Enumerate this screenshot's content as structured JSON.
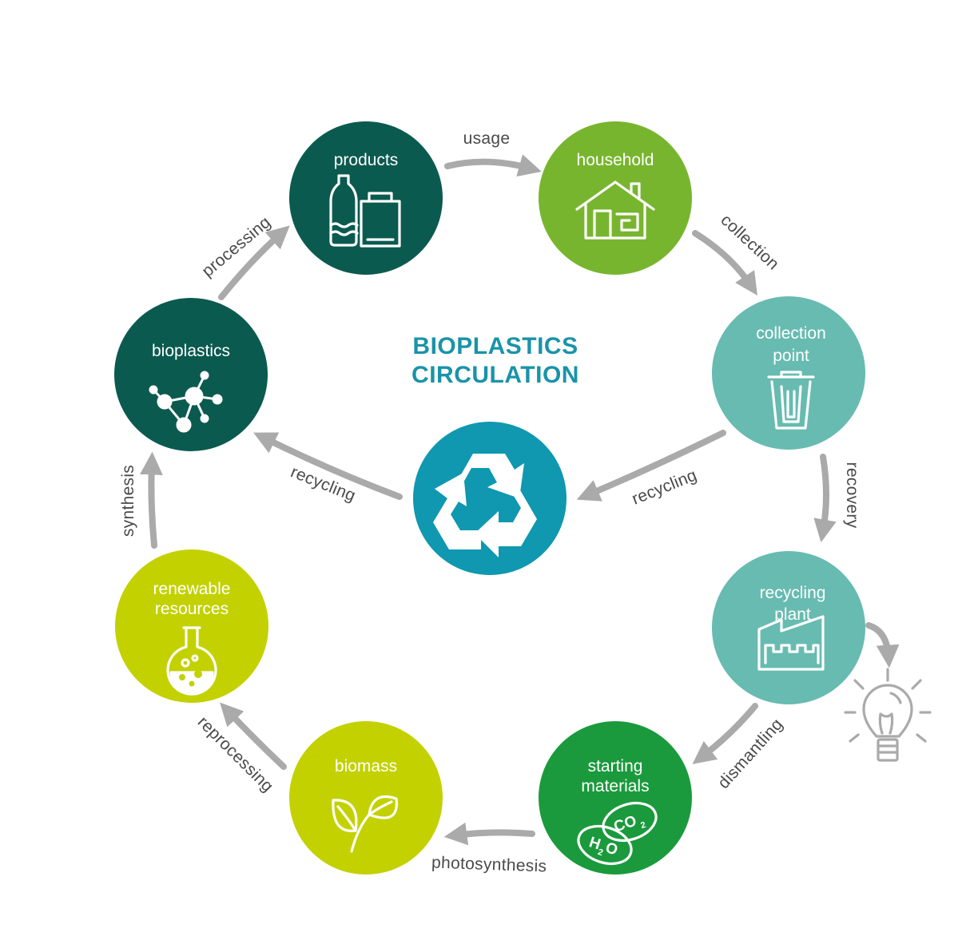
{
  "title": {
    "line1": "BIOPLASTICS",
    "line2": "CIRCULATION"
  },
  "colors": {
    "dark_teal": "#0b5a50",
    "light_green": "#78b52e",
    "pale_teal": "#68bbb1",
    "recycle_blue": "#0f98b0",
    "green": "#1a9a3c",
    "lime": "#c3d100",
    "arrow_gray": "#aaaaaa",
    "title_blue": "#1a93a8"
  },
  "nodes": {
    "products": {
      "label": "products",
      "icon": "bottle-bag-icon"
    },
    "household": {
      "label": "household",
      "icon": "house-icon"
    },
    "collection_point": {
      "line1": "collection",
      "line2": "point",
      "icon": "trash-bin-icon"
    },
    "recycling_plant": {
      "line1": "recycling",
      "line2": "plant",
      "icon": "factory-icon"
    },
    "starting_materials": {
      "line1": "starting",
      "line2": "materials",
      "icon": "co2-h2o-icon",
      "co2": "CO",
      "co2_sub": "2",
      "h2o_h": "H",
      "h2o_sub": "2",
      "h2o_o": "O"
    },
    "biomass": {
      "label": "biomass",
      "icon": "leaves-icon"
    },
    "renewable_resources": {
      "line1": "renewable",
      "line2": "resources",
      "icon": "flask-icon"
    },
    "bioplastics": {
      "label": "bioplastics",
      "icon": "molecule-icon"
    },
    "center": {
      "icon": "recycle-icon"
    }
  },
  "flows": {
    "usage": "usage",
    "collection": "collection",
    "recovery": "recovery",
    "dismantling": "dismantling",
    "photosynthesis": "photosynthesis",
    "reprocessing": "reprocessing",
    "synthesis": "synthesis",
    "processing": "processing",
    "recycling_right": "recycling",
    "recycling_left": "recycling"
  },
  "extra_icons": [
    "light-bulb-icon"
  ]
}
